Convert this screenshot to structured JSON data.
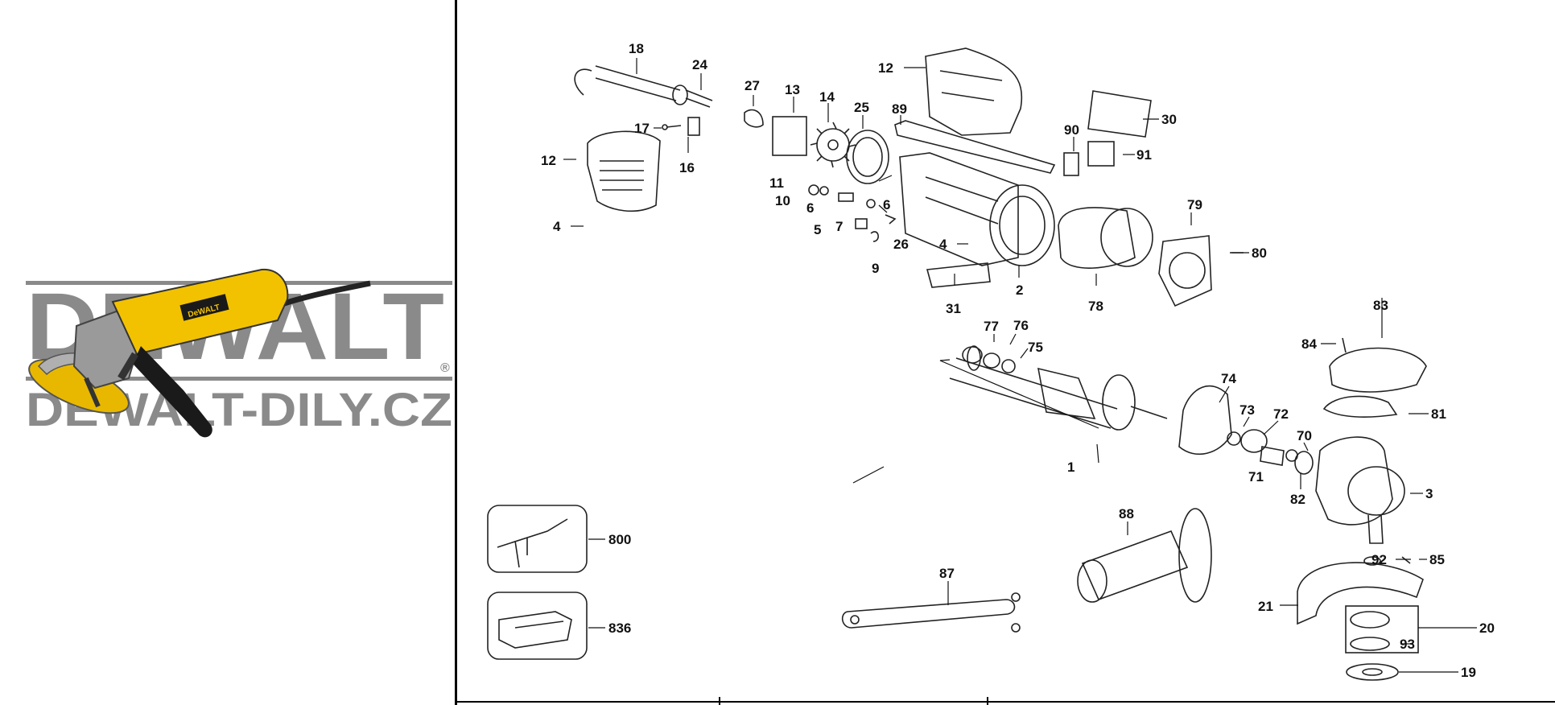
{
  "watermark": {
    "brand": "DEWALT",
    "registered": "®",
    "site": "DEWALT-DILY.CZ"
  },
  "product": {
    "badge": "DeWALT",
    "colors": {
      "body": "#f2c200",
      "grip": "#1a1a1a",
      "metal": "#9a9a9a",
      "disc": "#e8b800"
    }
  },
  "parts": [
    {
      "id": "p18",
      "label": "18"
    },
    {
      "id": "p24",
      "label": "24"
    },
    {
      "id": "p27",
      "label": "27"
    },
    {
      "id": "p13",
      "label": "13"
    },
    {
      "id": "p14",
      "label": "14"
    },
    {
      "id": "p25",
      "label": "25"
    },
    {
      "id": "p89",
      "label": "89"
    },
    {
      "id": "p12a",
      "label": "12"
    },
    {
      "id": "p12b",
      "label": "12"
    },
    {
      "id": "p30",
      "label": "30"
    },
    {
      "id": "p90",
      "label": "90"
    },
    {
      "id": "p91",
      "label": "91"
    },
    {
      "id": "p17",
      "label": "17"
    },
    {
      "id": "p16",
      "label": "16"
    },
    {
      "id": "p11",
      "label": "11"
    },
    {
      "id": "p10",
      "label": "10"
    },
    {
      "id": "p6a",
      "label": "6"
    },
    {
      "id": "p6b",
      "label": "6"
    },
    {
      "id": "p5",
      "label": "5"
    },
    {
      "id": "p7",
      "label": "7"
    },
    {
      "id": "p26",
      "label": "26"
    },
    {
      "id": "p9",
      "label": "9"
    },
    {
      "id": "p4a",
      "label": "4"
    },
    {
      "id": "p4b",
      "label": "4"
    },
    {
      "id": "p79",
      "label": "79"
    },
    {
      "id": "p80",
      "label": "80"
    },
    {
      "id": "p2",
      "label": "2"
    },
    {
      "id": "p78",
      "label": "78"
    },
    {
      "id": "p31",
      "label": "31"
    },
    {
      "id": "p83",
      "label": "83"
    },
    {
      "id": "p84",
      "label": "84"
    },
    {
      "id": "p77",
      "label": "77"
    },
    {
      "id": "p76",
      "label": "76"
    },
    {
      "id": "p75",
      "label": "75"
    },
    {
      "id": "p74",
      "label": "74"
    },
    {
      "id": "p73",
      "label": "73"
    },
    {
      "id": "p72",
      "label": "72"
    },
    {
      "id": "p81",
      "label": "81"
    },
    {
      "id": "p70",
      "label": "70"
    },
    {
      "id": "p1",
      "label": "1"
    },
    {
      "id": "p71",
      "label": "71"
    },
    {
      "id": "p82",
      "label": "82"
    },
    {
      "id": "p3",
      "label": "3"
    },
    {
      "id": "p88",
      "label": "88"
    },
    {
      "id": "p800",
      "label": "800"
    },
    {
      "id": "p836",
      "label": "836"
    },
    {
      "id": "p87",
      "label": "87"
    },
    {
      "id": "p92",
      "label": "92"
    },
    {
      "id": "p85",
      "label": "85"
    },
    {
      "id": "p21",
      "label": "21"
    },
    {
      "id": "p20",
      "label": "20"
    },
    {
      "id": "p93",
      "label": "93"
    },
    {
      "id": "p19",
      "label": "19"
    }
  ]
}
